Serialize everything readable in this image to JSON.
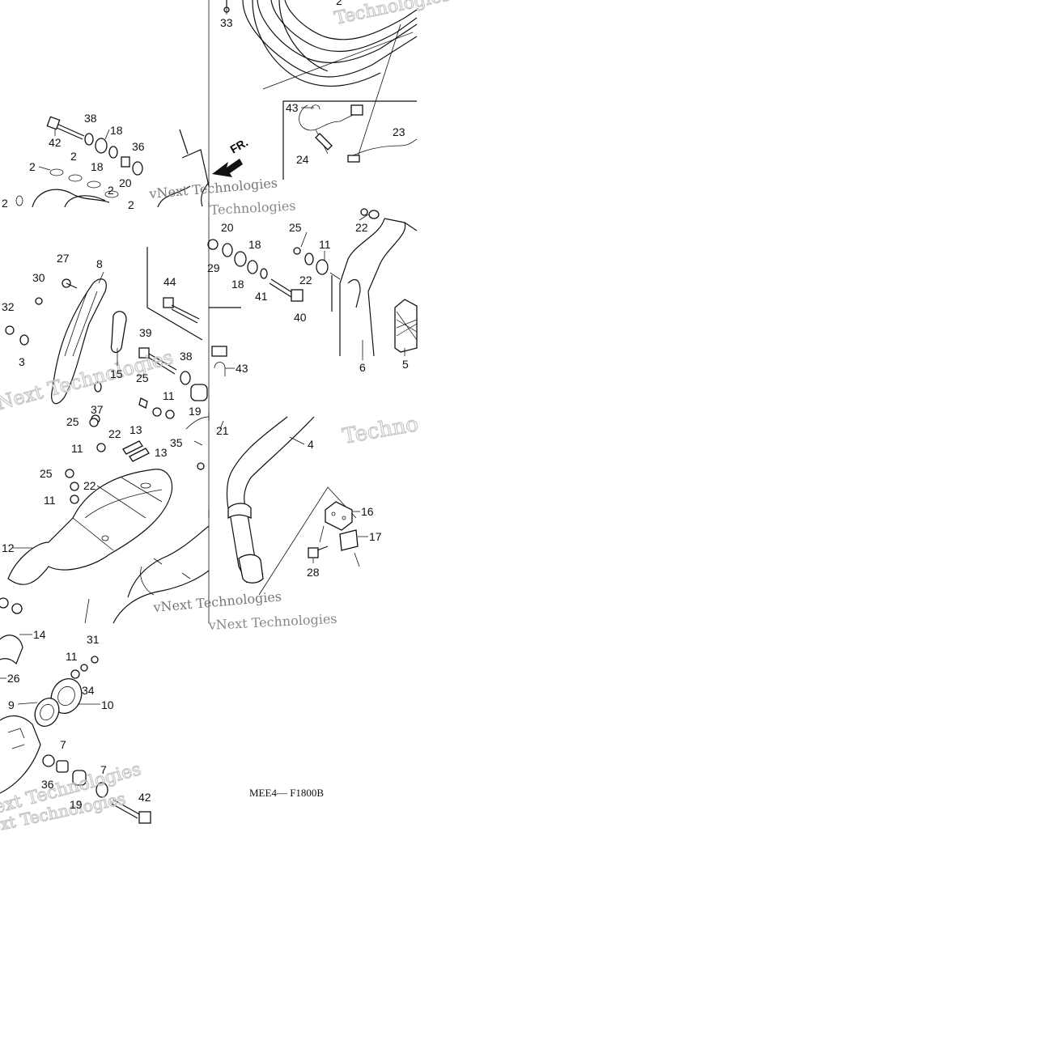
{
  "diagram": {
    "drawing_code": "MEE4— F1800B",
    "direction_label": "FR.",
    "watermarks": [
      "Technologies",
      "vNext Technologies",
      "Technologies",
      "vNext Technologies",
      "vNext Technologies",
      "Techno",
      "vNext Technologies",
      "ext Technologies",
      "ext Technologies"
    ],
    "callouts": [
      "33",
      "2",
      "43",
      "24",
      "23",
      "42",
      "38",
      "18",
      "18",
      "36",
      "20",
      "2",
      "2",
      "2",
      "2",
      "2",
      "22",
      "20",
      "29",
      "18",
      "18",
      "41",
      "25",
      "22",
      "11",
      "40",
      "6",
      "5",
      "27",
      "8",
      "30",
      "32",
      "3",
      "44",
      "39",
      "15",
      "38",
      "43",
      "37",
      "25",
      "11",
      "19",
      "21",
      "25",
      "22",
      "13",
      "13",
      "35",
      "11",
      "4",
      "16",
      "17",
      "28",
      "25",
      "22",
      "11",
      "12",
      "14",
      "26",
      "11",
      "31",
      "34",
      "10",
      "9",
      "7",
      "36",
      "19",
      "7",
      "42"
    ]
  }
}
